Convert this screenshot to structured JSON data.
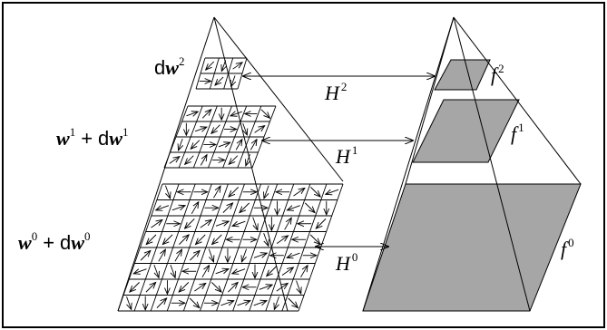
{
  "colors": {
    "frame": "#000000",
    "fill": "#a6a6a6",
    "line": "#000000",
    "background": "#ffffff"
  },
  "labels": {
    "dw2": {
      "d": "d",
      "w": "w",
      "sup": "2"
    },
    "w1dw1": {
      "w": "w",
      "sup1": "1",
      "plus": "+",
      "d": "d",
      "w2": "w",
      "sup2": "1"
    },
    "w0dw0": {
      "w": "w",
      "sup1": "0",
      "plus": "+",
      "d": "d",
      "w2": "w",
      "sup2": "0"
    },
    "H2": {
      "H": "H",
      "sup": "2"
    },
    "H1": {
      "H": "H",
      "sup": "1"
    },
    "H0": {
      "H": "H",
      "sup": "0"
    },
    "f2": {
      "f": "f",
      "sup": "2"
    },
    "f1": {
      "f": "f",
      "sup": "1"
    },
    "f0": {
      "f": "f",
      "sup": "0"
    }
  },
  "grids": {
    "level2": {
      "rows": 2,
      "cols": 3
    },
    "level1": {
      "rows": 4,
      "cols": 6
    },
    "level0": {
      "rows": 8,
      "cols": 11
    }
  }
}
